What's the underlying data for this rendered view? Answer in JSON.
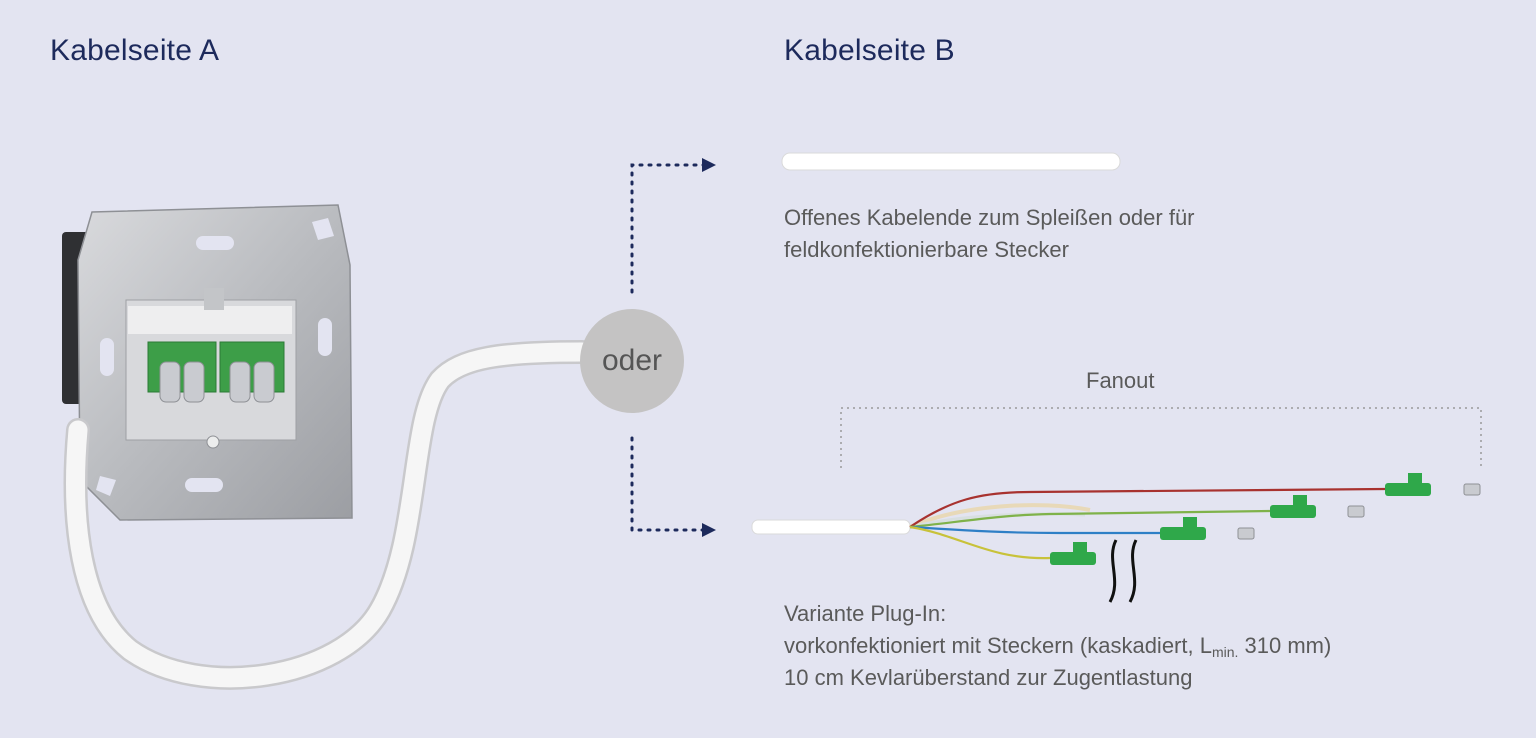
{
  "side_a": {
    "title": "Kabelseite A"
  },
  "side_b": {
    "title": "Kabelseite B",
    "open_end": {
      "line1": "Offenes Kabelende zum Spleißen oder für",
      "line2": "feldkonfektionierbare Stecker"
    },
    "fanout_label": "Fanout",
    "variant": {
      "line1": "Variante Plug-In:",
      "line2_pre": "vorkonfektioniert mit Steckern (kaskadiert, L",
      "line2_sub": "min.",
      "line2_post": " 310 mm)",
      "line3": "10 cm Kevlarüberstand zur Zugentlastung"
    }
  },
  "connector_word": "oder",
  "colors": {
    "background": "#e3e4f1",
    "heading": "#1d2a5c",
    "text": "#5a5a5a",
    "arrow": "#1d2a5c",
    "oder_circle": "#c4c3c3",
    "connector_green": "#2fa84a",
    "fiber_red": "#a8322f",
    "fiber_green": "#7fb24a",
    "fiber_blue": "#2e7fc6",
    "fiber_yellow": "#c8c23a"
  }
}
